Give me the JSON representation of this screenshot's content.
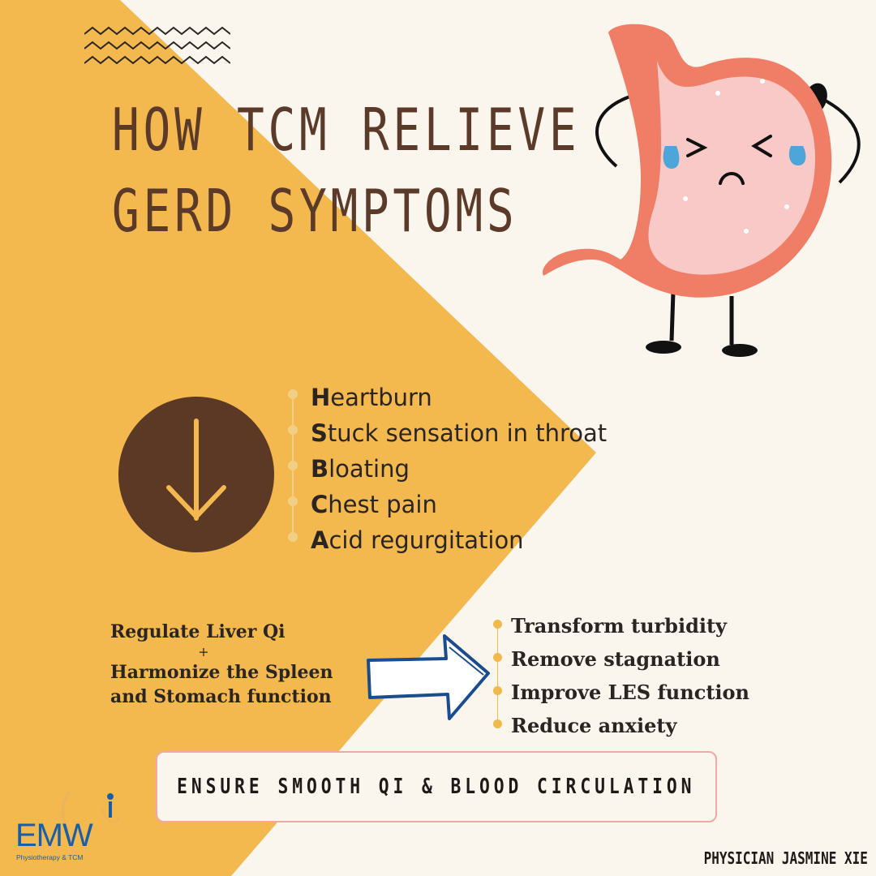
{
  "title": {
    "line1": "HOW TCM RELIEVE",
    "line2": "GERD SYMPTOMS"
  },
  "icons": {
    "zigzag": "zigzag-decoration-icon",
    "stomach": "crying-stomach-character-icon",
    "down_arrow": "down-arrow-icon",
    "right_arrow": "right-arrow-icon"
  },
  "colors": {
    "background": "#faf6ee",
    "accent_yellow": "#f3b84e",
    "brown": "#5c3924",
    "banner_border": "#f0a8a6",
    "logo_blue": "#1a5fa5"
  },
  "symptoms": [
    {
      "initial": "H",
      "rest": "eartburn"
    },
    {
      "initial": "S",
      "rest": "tuck sensation in throat"
    },
    {
      "initial": "B",
      "rest": "loating"
    },
    {
      "initial": "C",
      "rest": "hest pain"
    },
    {
      "initial": "A",
      "rest": "cid regurgitation"
    }
  ],
  "treatment": {
    "line1": "Regulate Liver Qi",
    "plus": "+",
    "line2": "Harmonize the Spleen",
    "line3": "and Stomach function"
  },
  "effects": [
    "Transform turbidity",
    "Remove stagnation",
    "Improve LES function",
    "Reduce anxiety"
  ],
  "banner": "Ensure smooth Qi & blood circulation",
  "logo": {
    "name": "EMW",
    "tagline": "Physiotherapy & TCM"
  },
  "physician": "PHYSICIAN JASMINE XIE"
}
